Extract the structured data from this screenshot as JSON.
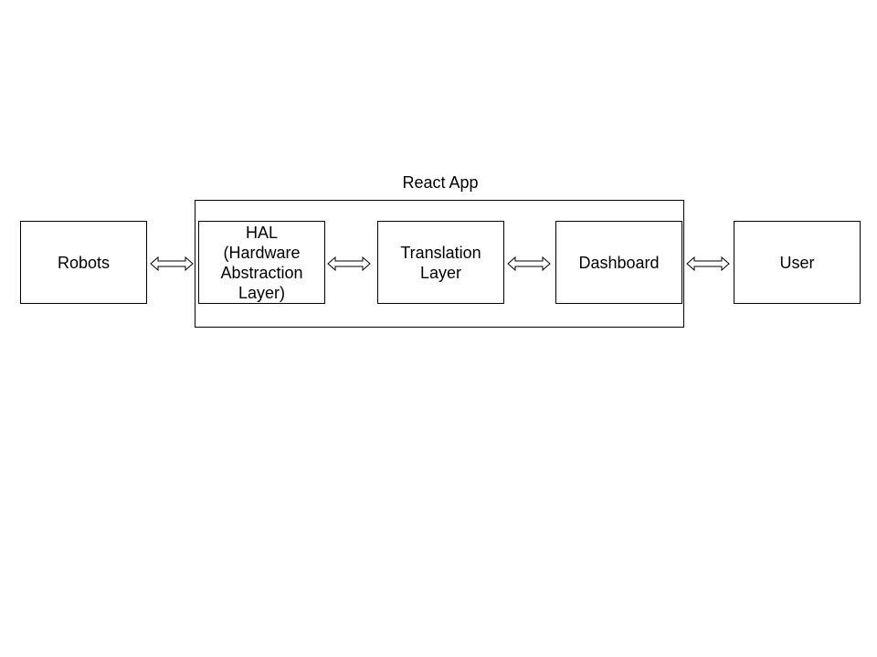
{
  "group": {
    "label": "React App"
  },
  "nodes": {
    "robots": "Robots",
    "hal": "HAL\n(Hardware\nAbstraction\nLayer)",
    "translation": "Translation\nLayer",
    "dashboard": "Dashboard",
    "user": "User"
  },
  "colors": {
    "stroke": "#000000",
    "background": "#ffffff"
  },
  "connectors": [
    {
      "from": "Robots",
      "to": "HAL",
      "style": "bidirectional-hollow-arrow"
    },
    {
      "from": "HAL",
      "to": "Translation Layer",
      "style": "bidirectional-hollow-arrow"
    },
    {
      "from": "Translation Layer",
      "to": "Dashboard",
      "style": "bidirectional-hollow-arrow"
    },
    {
      "from": "Dashboard",
      "to": "User",
      "style": "bidirectional-hollow-arrow"
    }
  ]
}
